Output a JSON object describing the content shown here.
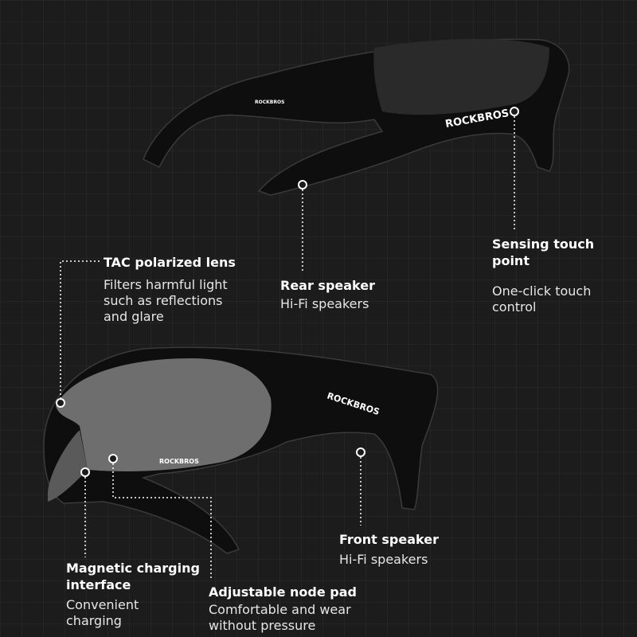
{
  "brand": "ROCKBROS",
  "callouts": {
    "lens": {
      "title": "TAC polarized lens",
      "desc": [
        "Filters harmful light",
        "such as reflections",
        "and glare"
      ]
    },
    "rear_speaker": {
      "title": "Rear speaker",
      "desc": [
        "Hi-Fi speakers"
      ]
    },
    "touch": {
      "title": [
        "Sensing touch",
        "point"
      ],
      "desc": [
        "One-click touch",
        "control"
      ]
    },
    "front_speaker": {
      "title": "Front speaker",
      "desc": [
        "Hi-Fi speakers"
      ]
    },
    "magnetic": {
      "title": [
        "Magnetic charging",
        "interface"
      ],
      "desc": [
        "Convenient",
        "charging"
      ]
    },
    "nose_pad": {
      "title": "Adjustable node pad",
      "desc": [
        "Comfortable and wear",
        "without pressure"
      ]
    }
  },
  "colors": {
    "background": "#1c1c1c",
    "text": "#ffffff",
    "line": "#ffffff"
  }
}
